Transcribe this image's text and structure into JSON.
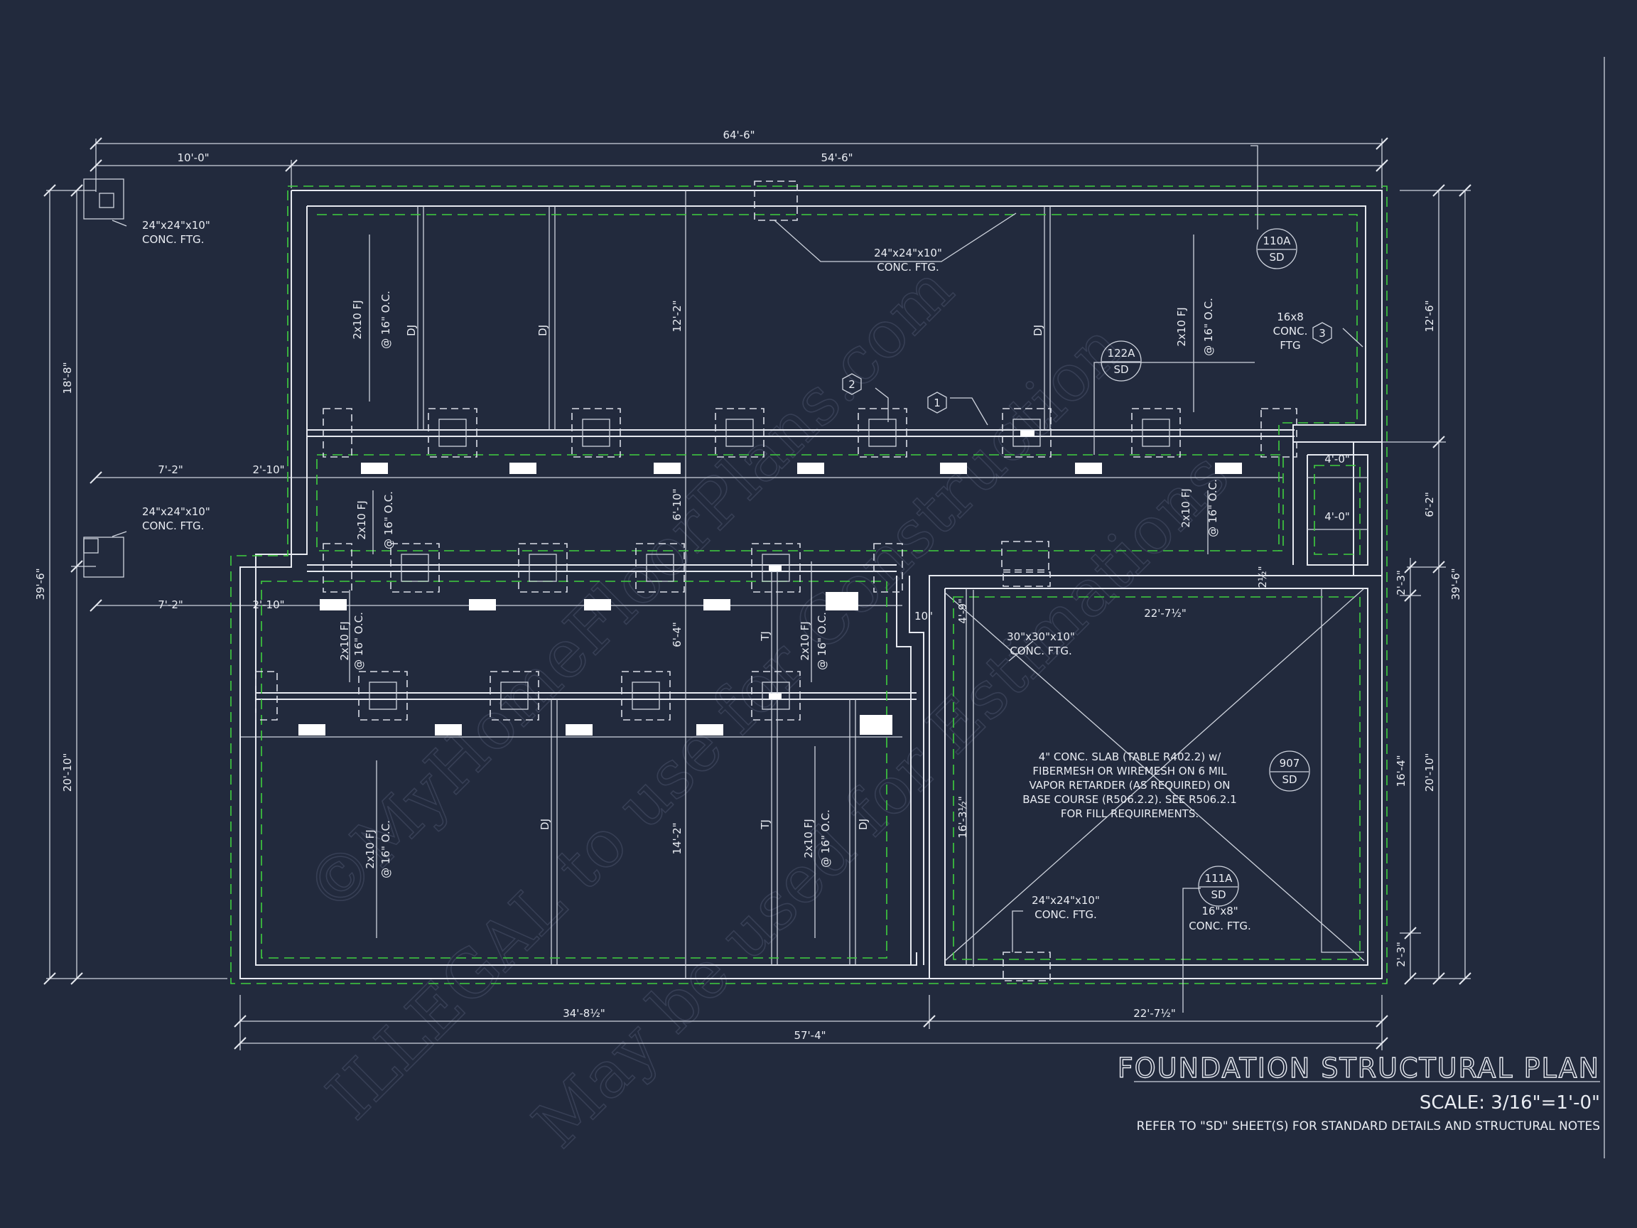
{
  "sheet": {
    "title": "FOUNDATION STRUCTURAL PLAN",
    "scale": "SCALE: 3/16\"=1'-0\"",
    "note": "REFER TO \"SD\" SHEET(S) FOR STANDARD DETAILS AND STRUCTURAL NOTES"
  },
  "watermark": {
    "line1": "©MyHomeFloorPlans.com",
    "line2": "ILLEGAL to use for Construction",
    "line3": "May be used for Estimations"
  },
  "dimensions": {
    "overall_top": "64'-6\"",
    "top_left": "10'-0\"",
    "top_right": "54'-6\"",
    "left_overall": "39'-6\"",
    "left_upper": "18'-8\"",
    "left_lower": "20'-10\"",
    "right_overall": "39'-6\"",
    "right_upper": "12'-6\"",
    "right_mid": "6'-2\"",
    "right_lower": "20'-10\"",
    "right_garage": "16'-4\"",
    "right_small_top": "2'-3\"",
    "right_small_bottom": "2'-3\"",
    "bottom_left": "34'-8½\"",
    "bottom_right": "22'-7½\"",
    "bottom_overall": "57'-4\"",
    "row1_a": "7'-2\"",
    "row1_b": "2'-10\"",
    "row2_a": "7'-2\"",
    "row2_b": "2'-10\"",
    "ht_12_2": "12'-2\"",
    "ht_6_10": "6'-10\"",
    "ht_6_4": "6'-4\"",
    "ht_14_2": "14'-2\"",
    "garage_width": "22'-7½\"",
    "garage_depth": "16'-3½\"",
    "garage_small": "4'-9\"",
    "offset_10": "10\"",
    "offset_2_5": "2½\"",
    "bay_a": "4'-0\"",
    "bay_b": "4'-0\""
  },
  "labels": {
    "ftg_1": "24\"x24\"x10\"",
    "ftg_1b": "CONC. FTG.",
    "ftg_2": "24\"x24\"x10\"",
    "ftg_2b": "CONC. FTG.",
    "ftg_3": "24\"x24\"x10\"",
    "ftg_3b": "CONC. FTG.",
    "ftg_4": "30\"x30\"x10\"",
    "ftg_4b": "CONC. FTG.",
    "ftg_5": "24\"x24\"x10\"",
    "ftg_5b": "CONC. FTG.",
    "ftg_6": "16\"x8\"",
    "ftg_6b": "CONC. FTG.",
    "ftg_7a": "16x8",
    "ftg_7b": "CONC.",
    "ftg_7c": "FTG",
    "fj": "2x10 FJ",
    "oc": "@ 16\" O.C.",
    "dj": "DJ",
    "tj": "TJ",
    "slab1": "4\" CONC. SLAB (TABLE R402.2) w/",
    "slab2": "FIBERMESH OR WIREMESH ON 6 MIL",
    "slab3": "VAPOR RETARDER (AS REQUIRED) ON",
    "slab4": "BASE COURSE (R506.2.2). SEE R506.2.1",
    "slab5": "FOR FILL REQUIREMENTS."
  },
  "callouts": [
    {
      "top": "110A",
      "bottom": "SD"
    },
    {
      "top": "122A",
      "bottom": "SD"
    },
    {
      "top": "907",
      "bottom": "SD"
    },
    {
      "top": "111A",
      "bottom": "SD"
    }
  ],
  "hex_tags": [
    "1",
    "2",
    "3"
  ]
}
